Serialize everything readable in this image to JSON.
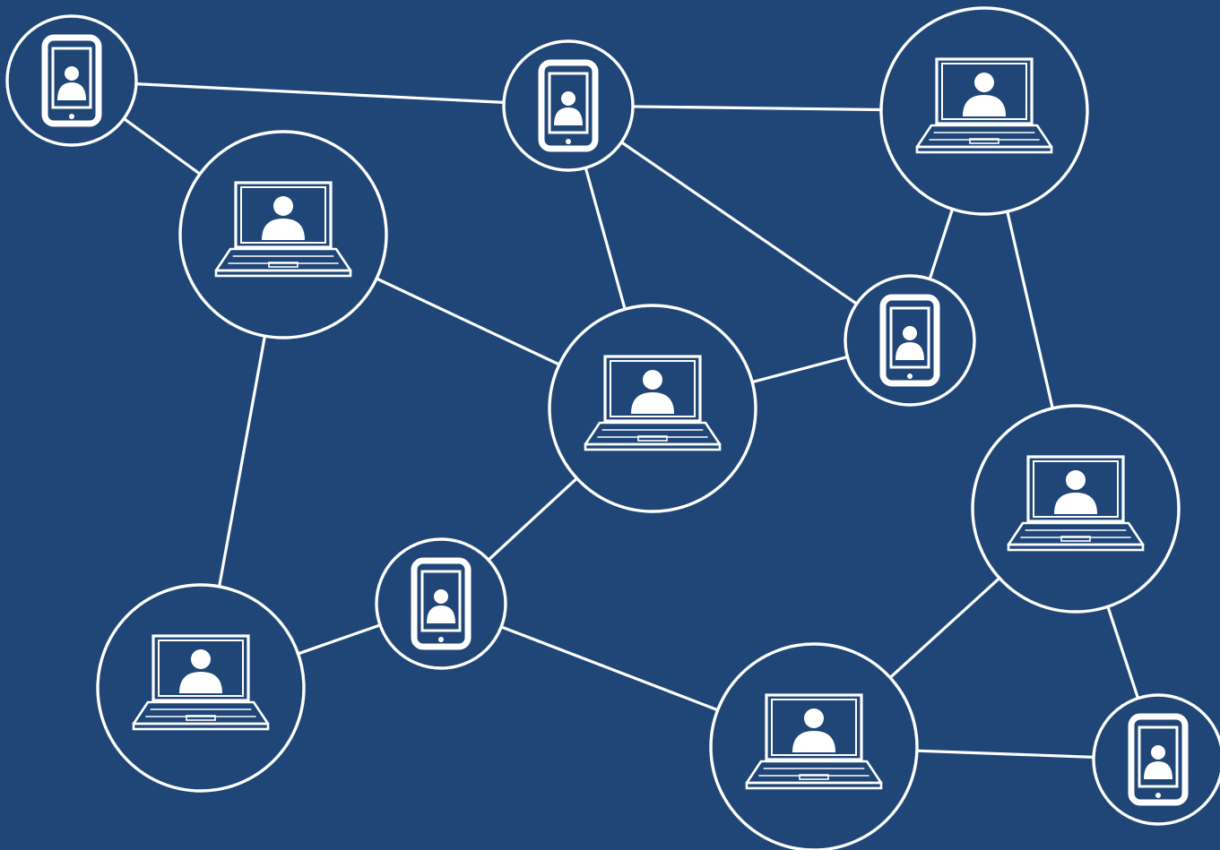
{
  "colors": {
    "background": "#1f4677",
    "stroke": "#ffffff"
  },
  "nodes": [
    {
      "id": "phone-1",
      "device": "phone-icon"
    },
    {
      "id": "phone-2",
      "device": "phone-icon"
    },
    {
      "id": "laptop-1",
      "device": "laptop-icon"
    },
    {
      "id": "laptop-2",
      "device": "laptop-icon"
    },
    {
      "id": "phone-3",
      "device": "phone-icon"
    },
    {
      "id": "laptop-3",
      "device": "laptop-icon"
    },
    {
      "id": "laptop-4",
      "device": "laptop-icon"
    },
    {
      "id": "phone-4",
      "device": "phone-icon"
    },
    {
      "id": "laptop-5",
      "device": "laptop-icon"
    },
    {
      "id": "laptop-6",
      "device": "laptop-icon"
    },
    {
      "id": "phone-5",
      "device": "phone-icon"
    }
  ],
  "edges": [
    [
      "phone-1",
      "phone-2"
    ],
    [
      "phone-1",
      "laptop-2"
    ],
    [
      "phone-2",
      "laptop-1"
    ],
    [
      "phone-2",
      "laptop-3"
    ],
    [
      "phone-2",
      "phone-3"
    ],
    [
      "laptop-1",
      "phone-3"
    ],
    [
      "laptop-1",
      "laptop-4"
    ],
    [
      "laptop-2",
      "laptop-3"
    ],
    [
      "laptop-2",
      "laptop-5"
    ],
    [
      "laptop-3",
      "phone-3"
    ],
    [
      "laptop-3",
      "phone-4"
    ],
    [
      "phone-4",
      "laptop-5"
    ],
    [
      "phone-4",
      "laptop-6"
    ],
    [
      "laptop-4",
      "laptop-6"
    ],
    [
      "laptop-4",
      "phone-5"
    ],
    [
      "laptop-6",
      "phone-5"
    ]
  ]
}
